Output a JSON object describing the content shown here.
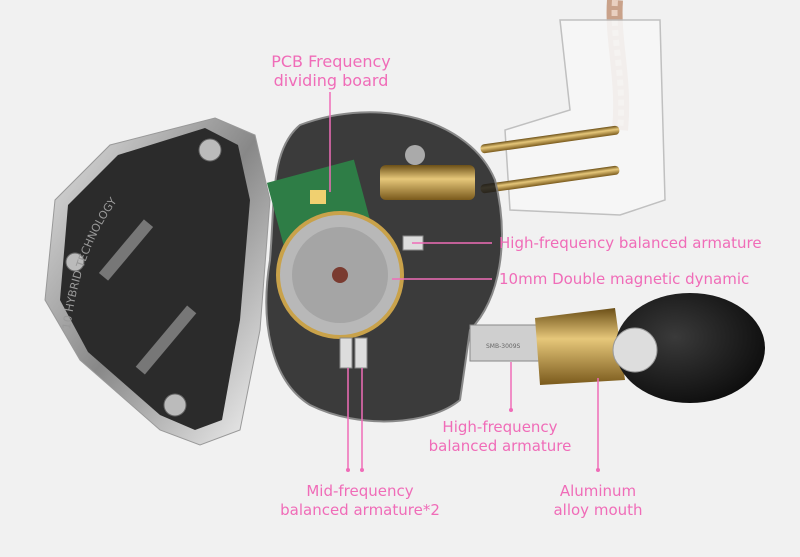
{
  "colors": {
    "label": "#f06cb8",
    "background": "#f1f1f1",
    "gold": "#c9a24a",
    "pcb": "#2e7d46"
  },
  "product": {
    "faceplate_text": "10 HYBRID TECHNOLOGY",
    "nozzle_marking": "SMB-3009S"
  },
  "labels": {
    "pcb": {
      "line1": "PCB Frequency",
      "line2": "dividing board"
    },
    "hf_ba_top": "High-frequency balanced armature",
    "dynamic": "10mm Double magnetic dynamic",
    "hf_ba_bottom": {
      "line1": "High-frequency",
      "line2": "balanced armature"
    },
    "mf_ba": {
      "line1": "Mid-frequency",
      "line2": "balanced armature*2"
    },
    "mouth": {
      "line1": "Aluminum",
      "line2": "alloy mouth"
    }
  }
}
